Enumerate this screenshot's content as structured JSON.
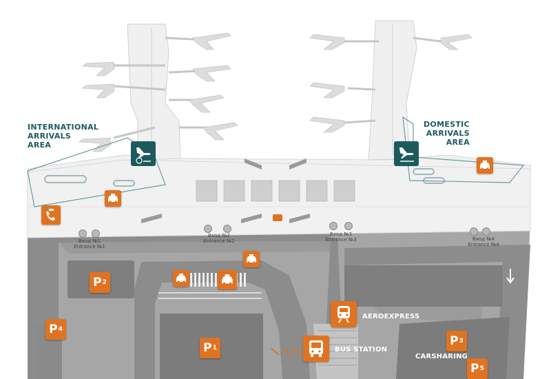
{
  "areas": {
    "international": "INTERNATIONAL\nARRIVALS\nAREA",
    "domestic": "DOMESTIC\nARRIVALS\nAREA"
  },
  "entrances": [
    {
      "ru": "Вход №1",
      "en": "Entrance №1"
    },
    {
      "ru": "Вход №2",
      "en": "Entrance №2"
    },
    {
      "ru": "Вход №3",
      "en": "Entrance №3"
    },
    {
      "ru": "Вход №4",
      "en": "Entrance №4"
    }
  ],
  "parking": [
    {
      "letter": "P",
      "num": "1"
    },
    {
      "letter": "P",
      "num": "2"
    },
    {
      "letter": "P",
      "num": "3"
    },
    {
      "letter": "P",
      "num": "4"
    },
    {
      "letter": "P",
      "num": "5"
    }
  ],
  "services": {
    "aeroexpress": "AEROEXPRESS",
    "bus_station": "BUS STATION",
    "carsharing": "CARSHARING"
  },
  "taxi_label": "TAXI",
  "icons": {
    "taxi": "taxi-icon",
    "arrivals": "plane-landing-icon",
    "train": "train-icon",
    "bus": "bus-icon",
    "globe": "globe-icon"
  },
  "colors": {
    "accent": "#e07322",
    "teal": "#1d5a5e",
    "road": "#8e8e8e",
    "apron": "#a9a9a9",
    "terminal": "#f2f2f2"
  }
}
